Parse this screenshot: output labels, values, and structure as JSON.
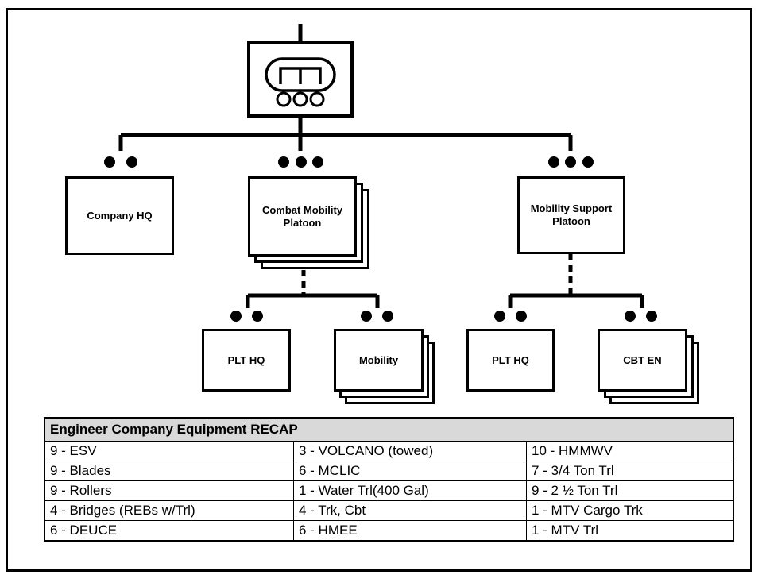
{
  "org_chart": {
    "hq_box": "Company HQ",
    "combat_box": "Combat Mobility Platoon",
    "support_box": "Mobility Support Platoon",
    "combat_plt_hq": "PLT HQ",
    "combat_mobility": "Mobility",
    "support_plt_hq": "PLT HQ",
    "support_cbt_en": "CBT EN"
  },
  "recap": {
    "title": "Engineer Company Equipment RECAP",
    "rows": [
      [
        "9 - ESV",
        "3 - VOLCANO (towed)",
        "10 - HMMWV"
      ],
      [
        "9 - Blades",
        "6 - MCLIC",
        "7 - 3/4 Ton Trl"
      ],
      [
        "9 - Rollers",
        "1 - Water Trl(400 Gal)",
        "9 - 2 ½ Ton Trl"
      ],
      [
        "4 - Bridges (REBs w/Trl)",
        "4 - Trk, Cbt",
        "1 - MTV Cargo Trk"
      ],
      [
        "6 - DEUCE",
        "6 - HMEE",
        "1 - MTV Trl"
      ]
    ]
  }
}
